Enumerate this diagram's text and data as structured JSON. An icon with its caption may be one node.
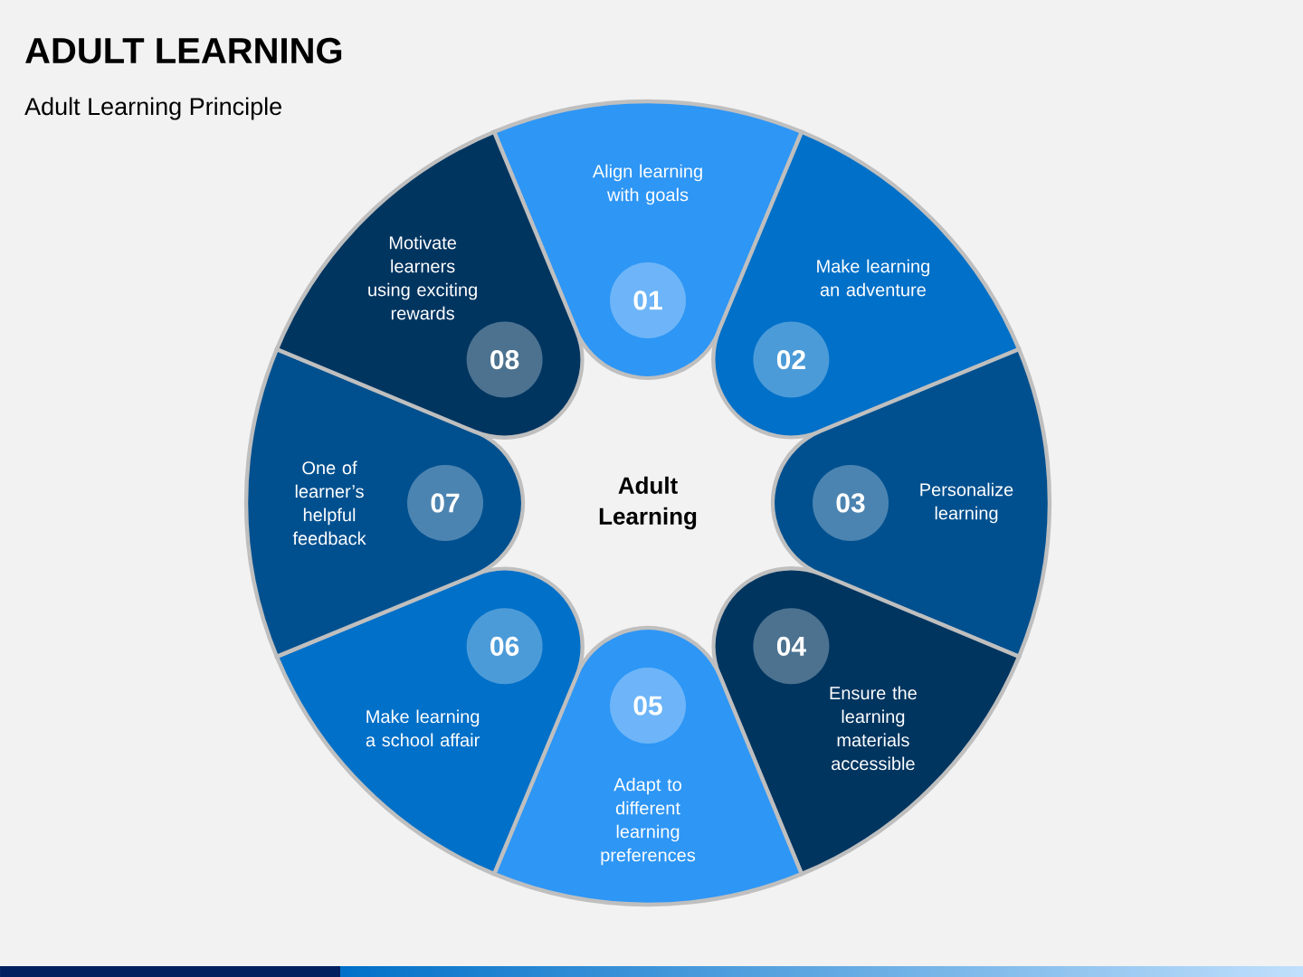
{
  "diagram": {
    "title": "ADULT LEARNING",
    "nodes": [
      {
        "text": [
          "Align learning with goals",
          "01"
        ]
      },
      {
        "text": [
          "02",
          "Make learning an adventure"
        ]
      },
      {
        "text": [
          "03",
          "Personalize learning"
        ]
      },
      {
        "text": [
          "04",
          "Ensure the learning materials accessible"
        ]
      },
      {
        "text": [
          "05",
          "Adapt to different learning preferences"
        ]
      },
      {
        "text": [
          "06",
          "Make learning a school affair"
        ]
      },
      {
        "text": [
          "One of learner’s helpful feedback",
          "07"
        ]
      },
      {
        "text": [
          "Motivate learners using exciting rewards",
          "08"
        ]
      },
      {
        "text": [
          "Adult Learning"
        ]
      }
    ],
    "labels": [
      "Adult Learning Principle"
    ]
  }
}
